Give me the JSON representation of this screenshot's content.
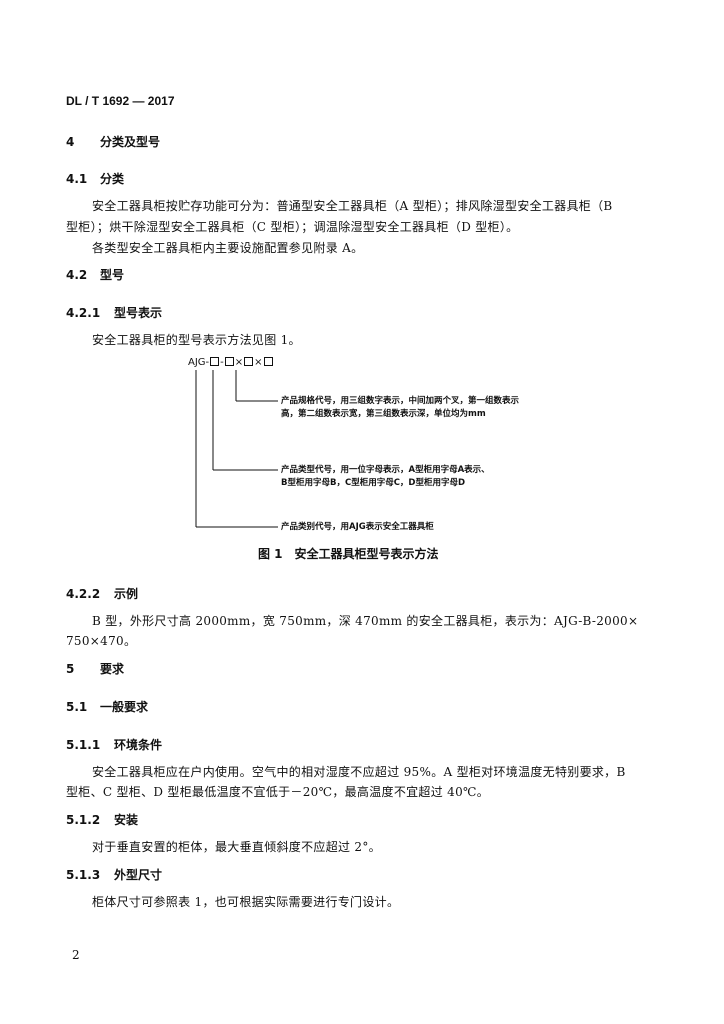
{
  "header": {
    "standard_no": "DL / T 1692 — 2017"
  },
  "sections": {
    "s4": {
      "num": "4",
      "title": "分类及型号"
    },
    "s4_1": {
      "num": "4.1",
      "title": "分类",
      "para1_line1": "安全工器具柜按贮存功能可分为：普通型安全工器具柜（A 型柜）；排风除湿型安全工器具柜（B",
      "para1_line2": "型柜）；烘干除湿型安全工器具柜（C 型柜）；调温除湿型安全工器具柜（D 型柜）。",
      "para2": "各类型安全工器具柜内主要设施配置参见附录 A。"
    },
    "s4_2": {
      "num": "4.2",
      "title": "型号"
    },
    "s4_2_1": {
      "num": "4.2.1",
      "title": "型号表示",
      "para": "安全工器具柜的型号表示方法见图 1。"
    },
    "figure": {
      "code_prefix": "AJG-",
      "code_sep1": "-",
      "code_sep2": "×",
      "code_sep3": "×",
      "desc_spec": "产品规格代号，用三组数字表示，中间加两个叉，第一组数表示高，第二组数表示宽，第三组数表示深，单位均为mm",
      "desc_type_line1": "产品类型代号，用一位字母表示，A型柜用字母A表示、",
      "desc_type_line2": "B型柜用字母B，C型柜用字母C，D型柜用字母D",
      "desc_category": "产品类别代号，用AJG表示安全工器具柜",
      "caption": "图 1　安全工器具柜型号表示方法"
    },
    "s4_2_2": {
      "num": "4.2.2",
      "title": "示例",
      "para_line1": "B 型，外形尺寸高 2000mm，宽 750mm，深 470mm 的安全工器具柜，表示为：AJG-B-2000×",
      "para_line2": "750×470。"
    },
    "s5": {
      "num": "5",
      "title": "要求"
    },
    "s5_1": {
      "num": "5.1",
      "title": "一般要求"
    },
    "s5_1_1": {
      "num": "5.1.1",
      "title": "环境条件",
      "para_line1": "安全工器具柜应在户内使用。空气中的相对湿度不应超过 95%。A 型柜对环境温度无特别要求，B",
      "para_line2": "型柜、C 型柜、D 型柜最低温度不宜低于－20℃，最高温度不宜超过 40℃。"
    },
    "s5_1_2": {
      "num": "5.1.2",
      "title": "安装",
      "para": "对于垂直安置的柜体，最大垂直倾斜度不应超过 2°。"
    },
    "s5_1_3": {
      "num": "5.1.3",
      "title": "外型尺寸",
      "para": "柜体尺寸可参照表 1，也可根据实际需要进行专门设计。"
    }
  },
  "footer": {
    "page_number": "2"
  }
}
